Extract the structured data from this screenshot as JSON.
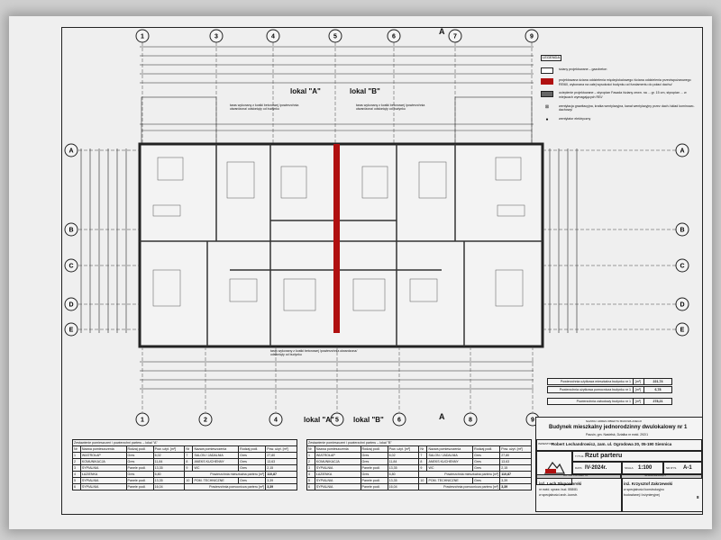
{
  "grid": {
    "top_axes": [
      "1",
      "3",
      "4",
      "5",
      "6",
      "7",
      "9"
    ],
    "bottom_axes": [
      "1",
      "2",
      "4",
      "5",
      "6",
      "8",
      "9"
    ],
    "left_axes": [
      "A",
      "B",
      "C",
      "D",
      "E"
    ],
    "right_axes": [
      "A",
      "B",
      "C",
      "D",
      "E"
    ]
  },
  "plan": {
    "unit_a_label": "lokal \"A\"",
    "unit_b_label": "lokal \"B\"",
    "terrace_note": "taras wykonany z kostki betonowej /powierzchnia utwardzona/ odsłonięty od budynku",
    "section_mark": "A",
    "colors": {
      "fire_wall": "#b01010",
      "wall": "#222222",
      "paper": "#efefef"
    }
  },
  "legend": {
    "title": "LEGENDA",
    "items": [
      {
        "swatch": "white",
        "text": "ściany projektowane – gazobeton"
      },
      {
        "swatch": "red",
        "text": "projektowana ściana oddzielenia międzylokalowego /ściana oddzielenia przeciwpożarowego REI60, wykonana na całej wysokości budynku od fundamentu do połaci dachu/"
      },
      {
        "swatch": "gray",
        "text": "ocieplenie projektowane – styropian Fasada /ściany zewn. na ... gr. 15 cm, styropian ... w miejscach wymagających REI/"
      },
      {
        "swatch": "cross",
        "text": "wentylacja grawitacyjna, kratka wentylacyjna, kanał wentylacyjny przez dach /układ kominowo-dachowy/"
      },
      {
        "swatch": "dot",
        "text": "wentylator elektryczny"
      }
    ]
  },
  "areas": [
    {
      "label": "Powierzchnia użytkowa mieszkalna budynku nr 1",
      "unit": "[m²]",
      "value": "221,74"
    },
    {
      "label": "Powierzchnia użytkowa pomocnicza budynku nr 1",
      "unit": "[m²]",
      "value": "6,78"
    },
    {
      "label": "Powierzchnia zabudowy budynku nr 1",
      "unit": "[m²]",
      "value": "278,21"
    }
  ],
  "tables": [
    {
      "title": "Zestawienie pomieszczeń i powierzchni parteru – lokal \"A\"",
      "headers": [
        "Nr",
        "Nazwa pomieszczenia",
        "Rodzaj podł.",
        "Pow. użyt. [m²]"
      ],
      "left": [
        [
          "1",
          "WIATROŁAP",
          "Gres",
          "6,02"
        ],
        [
          "2",
          "KOMUNIKACJA",
          "Gres",
          "11,84"
        ],
        [
          "3",
          "SYPIALNIA",
          "Panele podł.",
          "13,35"
        ],
        [
          "4",
          "ŁAZIENKA",
          "Gres",
          "6,80"
        ],
        [
          "5",
          "SYPIALNIA",
          "Panele podł.",
          "13,35"
        ],
        [
          "6",
          "SYPIALNIA",
          "Panele podł.",
          "16,04"
        ]
      ],
      "right": [
        [
          "7",
          "SALON / JADALNIA",
          "Gres",
          "27,80"
        ],
        [
          "8",
          "ANEKS KUCHENNY",
          "Gres",
          "13,63"
        ],
        [
          "9",
          "WC",
          "Gres",
          "2,15"
        ],
        [
          "",
          "Powierzchnia mieszkalna parteru [m²]",
          "",
          "110,87"
        ],
        [
          "10",
          "POM. TECHNICZNE",
          "Gres",
          "3,39"
        ],
        [
          "",
          "Powierzchnia pomocnicza parteru [m²]",
          "",
          "3,39"
        ]
      ]
    },
    {
      "title": "Zestawienie pomieszczeń i powierzchni parteru – lokal \"B\"",
      "headers": [
        "Nr",
        "Nazwa pomieszczenia",
        "Rodzaj podł.",
        "Pow. użyt. [m²]"
      ],
      "left": [
        [
          "1",
          "WIATROŁAP",
          "Gres",
          "6,02"
        ],
        [
          "2",
          "KOMUNIKACJA",
          "Gres",
          "11,84"
        ],
        [
          "3",
          "SYPIALNIA",
          "Panele podł.",
          "13,35"
        ],
        [
          "4",
          "ŁAZIENKA",
          "Gres",
          "6,80"
        ],
        [
          "5",
          "SYPIALNIA",
          "Panele podł.",
          "13,35"
        ],
        [
          "6",
          "SYPIALNIA",
          "Panele podł.",
          "16,04"
        ]
      ],
      "right": [
        [
          "7",
          "SALON / JADALNIA",
          "Gres",
          "27,80"
        ],
        [
          "8",
          "ANEKS KUCHENNY",
          "Gres",
          "13,63"
        ],
        [
          "9",
          "WC",
          "Gres",
          "2,15"
        ],
        [
          "",
          "Powierzchnia mieszkalna parteru [m²]",
          "",
          "110,87"
        ],
        [
          "10",
          "POM. TECHNICZNE",
          "Gres",
          "3,39"
        ],
        [
          "",
          "Powierzchnia pomocnicza parteru [m²]",
          "",
          "3,39"
        ]
      ]
    }
  ],
  "title_block": {
    "object_caption": "NAZWA I ADRES OBIEKTU BUDOWLANEGO",
    "object_name": "Budynek mieszkalny jednorodzinny dwulokalowy nr 1",
    "object_address": "Pausin, gm. Nasielsk, Działka nr ewid. 292/1",
    "investor_caption": "INWESTOR:",
    "investor": "Robert Lechandrowicz, zam. ul. Ogrodowa 20, 05-190 Siennica",
    "title_caption": "TYTUŁ:",
    "title": "Rzut parteru",
    "date_caption": "DATA:",
    "date": "IV-2024r.",
    "scale_caption": "SKALA",
    "scale": "1:100",
    "drawing_no_caption": "NR RYS.",
    "drawing_no": "A-1",
    "author_caption": "AUTOR PROJEKTU",
    "author": "inż. Lech Słupoworski",
    "author_line2": "nr ewid. upraw. bud. 558/81",
    "author_line3": "w specjalności arch.-konstr.",
    "checker_caption": "SPRAWDZAJĄCY",
    "checker": "inż. Krzysztof Zakrzewski",
    "checker_line2": "w specjalności konstrukcyjno",
    "checker_line3": "budowlanej i inżynieryjnej",
    "page": "8"
  }
}
